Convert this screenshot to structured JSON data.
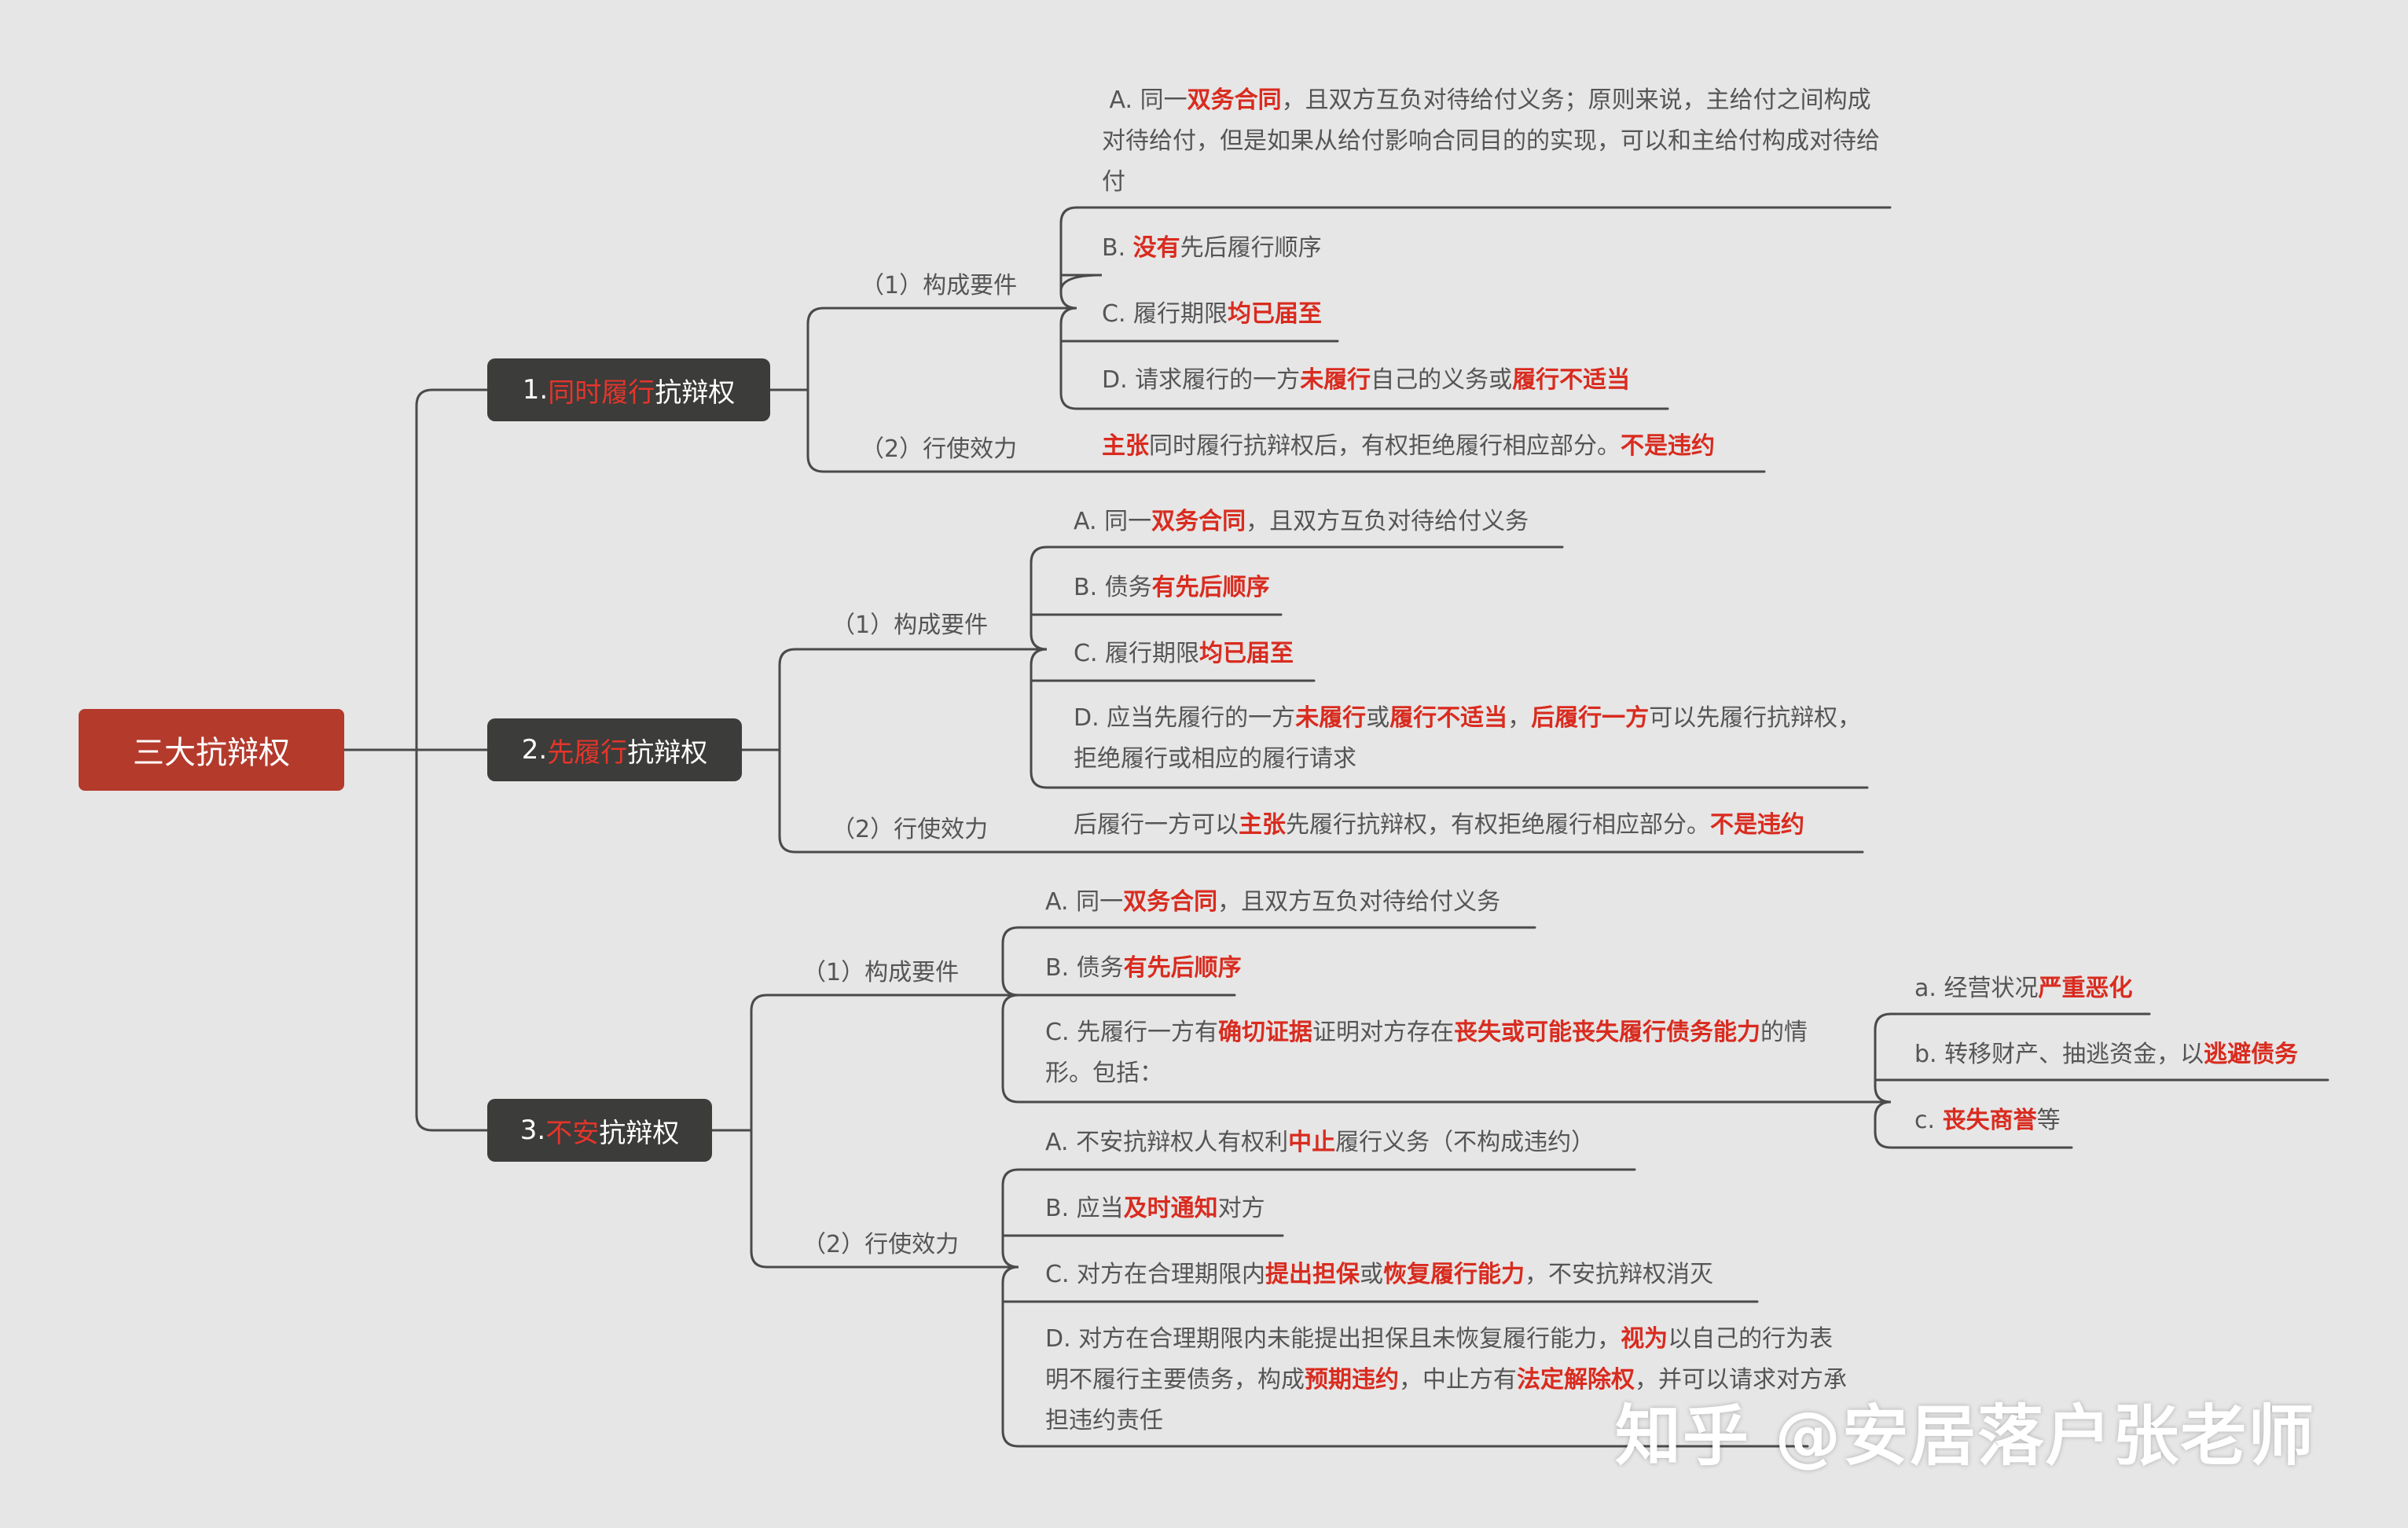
{
  "root": {
    "title": "三大抗辩权"
  },
  "branches": [
    {
      "num": "1. ",
      "hl": "同时履行",
      "rest": "抗辩权",
      "req_label": "（1）构成要件",
      "eff_label": "（2）行使效力",
      "req_items": [
        {
          "parts": [
            [
              " A. 同一",
              0
            ],
            [
              "双务合同",
              1
            ],
            [
              "，且双方互负对待给付义务；原则来说，主给付之间构成对待给付，但是如果从给付影响合同目的的实现，可以和主给付构成对待给付",
              0
            ]
          ]
        },
        {
          "parts": [
            [
              "B. ",
              0
            ],
            [
              "没有",
              1
            ],
            [
              "先后履行顺序",
              0
            ]
          ]
        },
        {
          "parts": [
            [
              "C. 履行期限",
              0
            ],
            [
              "均已届至",
              1
            ]
          ]
        },
        {
          "parts": [
            [
              "D. 请求履行的一方",
              0
            ],
            [
              "未履行",
              1
            ],
            [
              "自己的义务或",
              0
            ],
            [
              "履行不适当",
              1
            ]
          ]
        }
      ],
      "eff_items": [
        {
          "parts": [
            [
              "主张",
              1
            ],
            [
              "同时履行抗辩权后，有权拒绝履行相应部分。",
              0
            ],
            [
              "不是违约",
              1
            ]
          ]
        }
      ]
    },
    {
      "num": "2. ",
      "hl": "先履行",
      "rest": "抗辩权",
      "req_label": "（1）构成要件",
      "eff_label": "（2）行使效力",
      "req_items": [
        {
          "parts": [
            [
              "A. 同一",
              0
            ],
            [
              "双务合同",
              1
            ],
            [
              "，且双方互负对待给付义务",
              0
            ]
          ]
        },
        {
          "parts": [
            [
              "B. 债务",
              0
            ],
            [
              "有先后顺序",
              1
            ]
          ]
        },
        {
          "parts": [
            [
              "C. 履行期限",
              0
            ],
            [
              "均已届至",
              1
            ]
          ]
        },
        {
          "parts": [
            [
              "D. 应当先履行的一方",
              0
            ],
            [
              "未履行",
              1
            ],
            [
              "或",
              0
            ],
            [
              "履行不适当",
              1
            ],
            [
              "，",
              0
            ],
            [
              "后履行一方",
              1
            ],
            [
              "可以先履行抗辩权，拒绝履行或相应的履行请求",
              0
            ]
          ]
        }
      ],
      "eff_items": [
        {
          "parts": [
            [
              "后履行一方可以",
              0
            ],
            [
              "主张",
              1
            ],
            [
              "先履行抗辩权，有权拒绝履行相应部分。",
              0
            ],
            [
              "不是违约",
              1
            ]
          ]
        }
      ]
    },
    {
      "num": "3. ",
      "hl": "不安",
      "rest": "抗辩权",
      "req_label": "（1）构成要件",
      "eff_label": "（2）行使效力",
      "req_items": [
        {
          "parts": [
            [
              "A. 同一",
              0
            ],
            [
              "双务合同",
              1
            ],
            [
              "，且双方互负对待给付义务",
              0
            ]
          ]
        },
        {
          "parts": [
            [
              "B. 债务",
              0
            ],
            [
              "有先后顺序",
              1
            ]
          ]
        },
        {
          "parts": [
            [
              "C. 先履行一方有",
              0
            ],
            [
              "确切证据",
              1
            ],
            [
              "证明对方存在",
              0
            ],
            [
              "丧失或可能丧失履行债务能力",
              1
            ],
            [
              "的情形。包括：",
              0
            ]
          ]
        }
      ],
      "sub_items": [
        {
          "parts": [
            [
              "a. 经营状况",
              0
            ],
            [
              "严重恶化",
              1
            ]
          ]
        },
        {
          "parts": [
            [
              "b. 转移财产、抽逃资金，以",
              0
            ],
            [
              "逃避债务",
              1
            ]
          ]
        },
        {
          "parts": [
            [
              "c. ",
              0
            ],
            [
              "丧失商誉",
              1
            ],
            [
              "等",
              0
            ]
          ]
        }
      ],
      "eff_items": [
        {
          "parts": [
            [
              "A. 不安抗辩权人有权利",
              0
            ],
            [
              "中止",
              1
            ],
            [
              "履行义务（不构成违约）",
              0
            ]
          ]
        },
        {
          "parts": [
            [
              "B. 应当",
              0
            ],
            [
              "及时通知",
              1
            ],
            [
              "对方",
              0
            ]
          ]
        },
        {
          "parts": [
            [
              "C. 对方在合理期限内",
              0
            ],
            [
              "提出担保",
              1
            ],
            [
              "或",
              0
            ],
            [
              "恢复履行能力",
              1
            ],
            [
              "，不安抗辩权消灭",
              0
            ]
          ]
        },
        {
          "parts": [
            [
              "D. 对方在合理期限内未能提出担保且未恢复履行能力，",
              0
            ],
            [
              "视为",
              1
            ],
            [
              "以自己的行为表明不履行主要债务，构成",
              0
            ],
            [
              "预期违约",
              1
            ],
            [
              "，中止方有",
              0
            ],
            [
              "法定解除权",
              1
            ],
            [
              "，并可以请求对方承担违约责任",
              0
            ]
          ]
        }
      ]
    }
  ],
  "watermark": "知乎 @安居落户张老师",
  "colors": {
    "background": "#e6e6e6",
    "root": "#b43a2c",
    "branch": "#3c3c3a",
    "emphasis": "#d92b1f",
    "line": "#4a4a4a"
  }
}
